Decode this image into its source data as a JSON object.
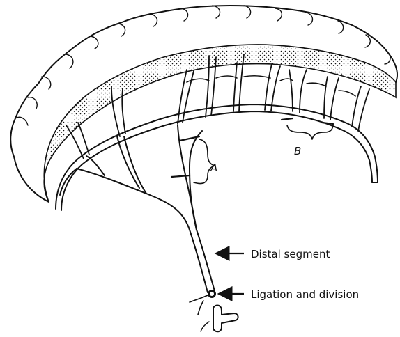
{
  "labels": {
    "bracket_a": "A",
    "bracket_b": "B",
    "distal_segment": "Distal segment",
    "ligation": "Ligation and division"
  },
  "colors": {
    "ink": "#111111",
    "background": "#ffffff"
  }
}
